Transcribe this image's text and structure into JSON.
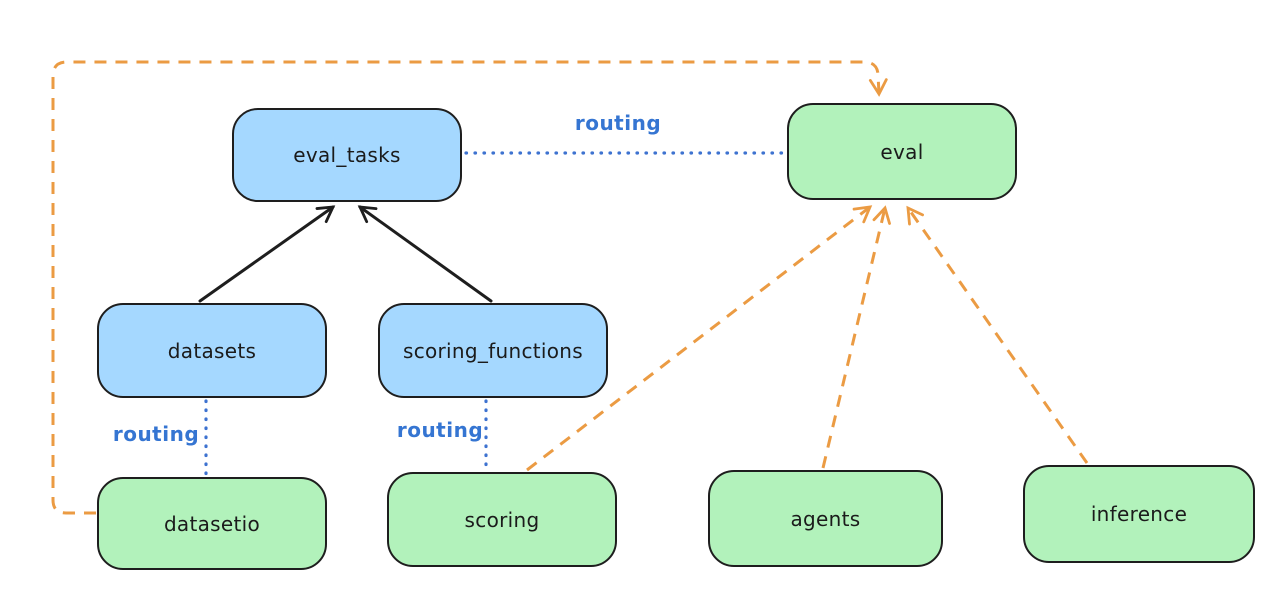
{
  "diagram": {
    "nodes": {
      "eval_tasks": {
        "label": "eval_tasks",
        "fill": "#a5d8ff"
      },
      "eval": {
        "label": "eval",
        "fill": "#b2f2bb"
      },
      "datasets": {
        "label": "datasets",
        "fill": "#a5d8ff"
      },
      "scoring_functions": {
        "label": "scoring_functions",
        "fill": "#a5d8ff"
      },
      "datasetio": {
        "label": "datasetio",
        "fill": "#b2f2bb"
      },
      "scoring": {
        "label": "scoring",
        "fill": "#b2f2bb"
      },
      "agents": {
        "label": "agents",
        "fill": "#b2f2bb"
      },
      "inference": {
        "label": "inference",
        "fill": "#b2f2bb"
      }
    },
    "edges": [
      {
        "from": "datasets",
        "to": "eval_tasks",
        "style": "solid",
        "color": "#1e1e1e",
        "arrow": true
      },
      {
        "from": "scoring_functions",
        "to": "eval_tasks",
        "style": "solid",
        "color": "#1e1e1e",
        "arrow": true
      },
      {
        "from": "eval_tasks",
        "to": "eval",
        "style": "dotted",
        "color": "#3575d2",
        "label": "routing",
        "arrow": false
      },
      {
        "from": "datasets",
        "to": "datasetio",
        "style": "dotted",
        "color": "#3575d2",
        "label": "routing",
        "arrow": false
      },
      {
        "from": "scoring_functions",
        "to": "scoring",
        "style": "dotted",
        "color": "#3575d2",
        "label": "routing",
        "arrow": false
      },
      {
        "from": "datasetio",
        "to": "eval",
        "style": "dashed",
        "color": "#eb9b43",
        "arrow": true,
        "route": "around-left-and-top"
      },
      {
        "from": "scoring",
        "to": "eval",
        "style": "dashed",
        "color": "#eb9b43",
        "arrow": true
      },
      {
        "from": "agents",
        "to": "eval",
        "style": "dashed",
        "color": "#eb9b43",
        "arrow": true
      },
      {
        "from": "inference",
        "to": "eval",
        "style": "dashed",
        "color": "#eb9b43",
        "arrow": true
      }
    ],
    "colors": {
      "background": "#ffffff",
      "node_border": "#1e1e1e",
      "blue_fill": "#a5d8ff",
      "green_fill": "#b2f2bb",
      "routing_blue": "#3575d2",
      "orange": "#eb9b43",
      "solid_black": "#1e1e1e"
    }
  }
}
